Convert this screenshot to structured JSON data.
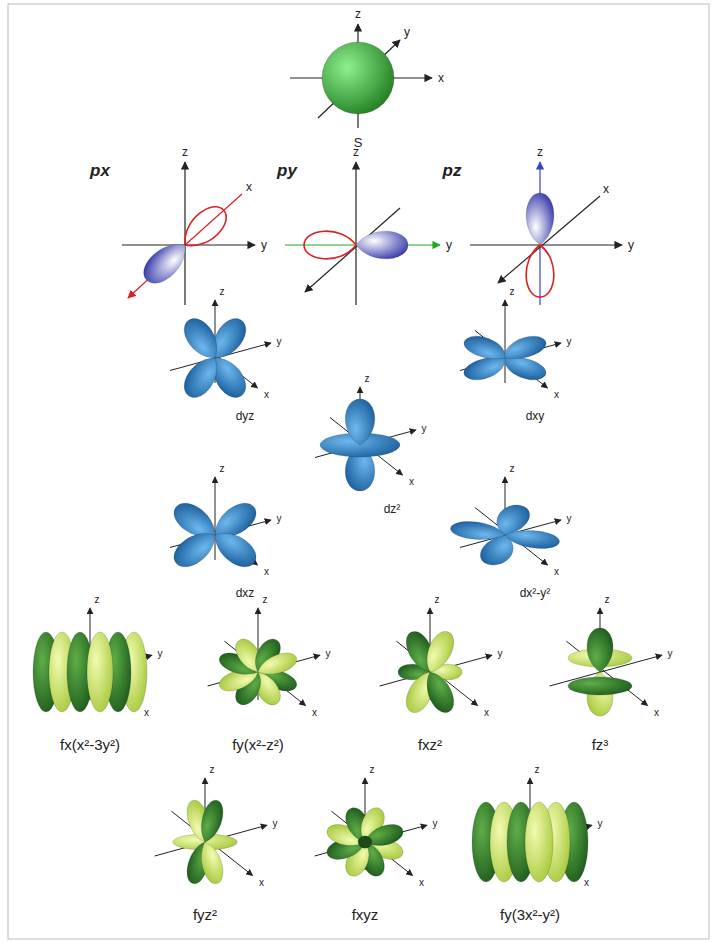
{
  "diagram": {
    "labels": [
      "z",
      "y",
      "x",
      "S",
      "px",
      "z",
      "x",
      "y",
      "py",
      "z",
      "y",
      "pz",
      "z",
      "x",
      "y",
      "z",
      "y",
      "x",
      "dyz",
      "z",
      "y",
      "x",
      "dxy",
      "z",
      "y",
      "x",
      "dz²",
      "z",
      "y",
      "x",
      "dxz",
      "z",
      "y",
      "x",
      "dx²-y²",
      "z",
      "y",
      "x",
      "fx(x²-3y²)",
      "z",
      "y",
      "x",
      "fy(x²-z²)",
      "z",
      "y",
      "x",
      "fxz²",
      "z",
      "y",
      "x",
      "fz³",
      "z",
      "y",
      "x",
      "fyz²",
      "z",
      "y",
      "x",
      "fxyz",
      "z",
      "y",
      "x",
      "fy(3x²-y²)"
    ]
  }
}
